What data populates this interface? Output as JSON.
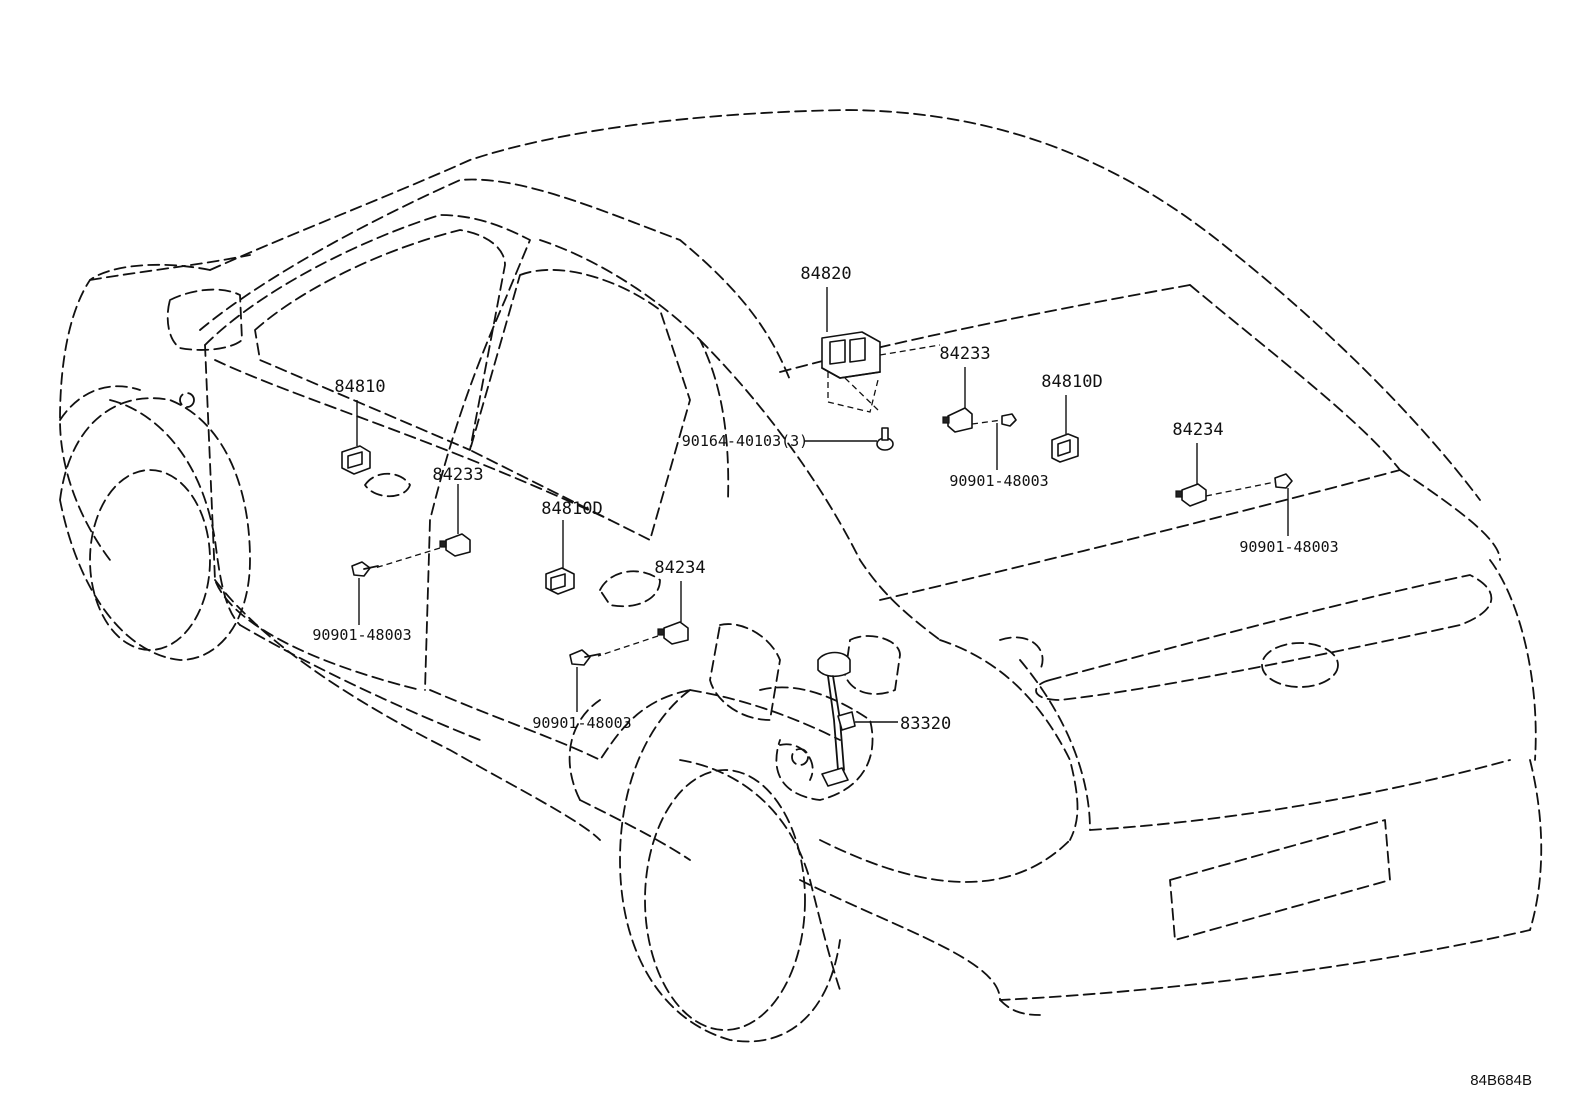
{
  "labels": {
    "p84820": "84820",
    "p84233_right": "84233",
    "p84810D_right": "84810D",
    "p84234_right": "84234",
    "p84810": "84810",
    "p84233_left": "84233",
    "p84810D_center": "84810D",
    "p84234_center": "84234",
    "p90164": "90164-40103(3)",
    "p90901_a": "90901-48003",
    "p90901_b": "90901-48003",
    "p90901_c": "90901-48003",
    "p90901_d": "90901-48003",
    "p83320": "83320"
  },
  "diagram_code": "84B684B"
}
